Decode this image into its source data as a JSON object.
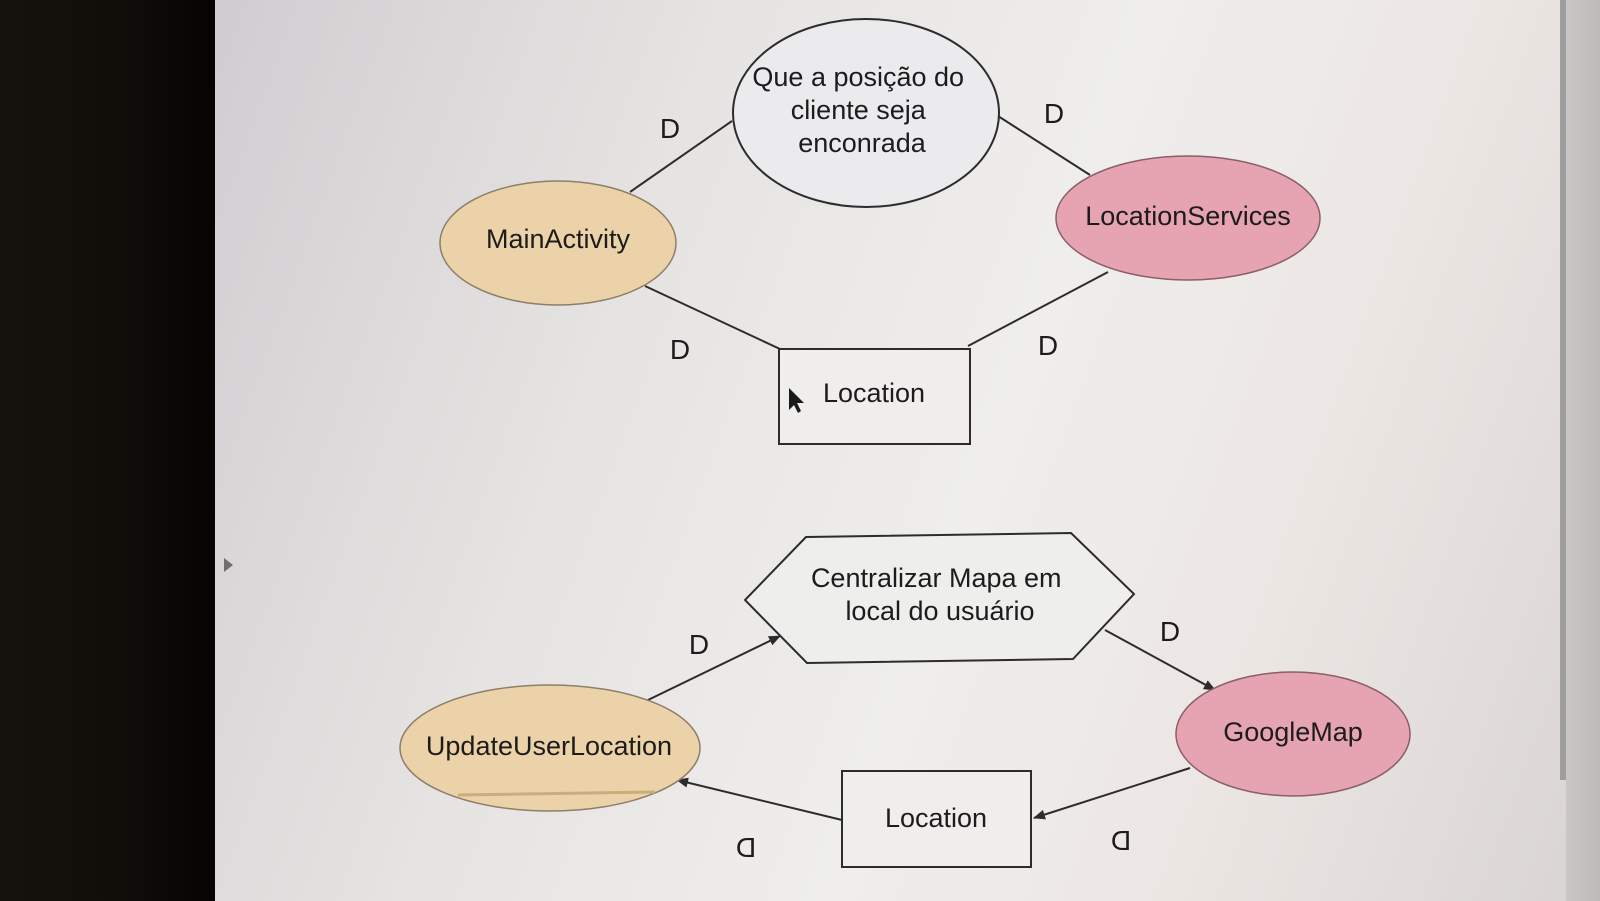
{
  "diagram_top": {
    "goal": [
      "Que a posição do",
      "cliente seja",
      "enconrada"
    ],
    "actor_left": "MainActivity",
    "actor_right": "LocationServices",
    "resource": "Location",
    "edge_labels": {
      "left_goal": "D",
      "goal_right": "D",
      "left_resource": "D",
      "resource_right": "D"
    }
  },
  "diagram_bottom": {
    "task": [
      "Centralizar Mapa em",
      "local do usuário"
    ],
    "actor_left": "UpdateUserLocation",
    "actor_right": "GoogleMap",
    "resource": "Location",
    "edge_labels": {
      "left_task": "D",
      "task_right": "D",
      "resource_left": "D",
      "right_resource": "D"
    }
  },
  "colors": {
    "actor_tan": "#ecd2a8",
    "actor_pink": "#e6a3b1",
    "stroke": "#2d2b2c",
    "background": "#ecebe9"
  },
  "icons": {
    "cursor": "mouse-pointer-icon"
  }
}
